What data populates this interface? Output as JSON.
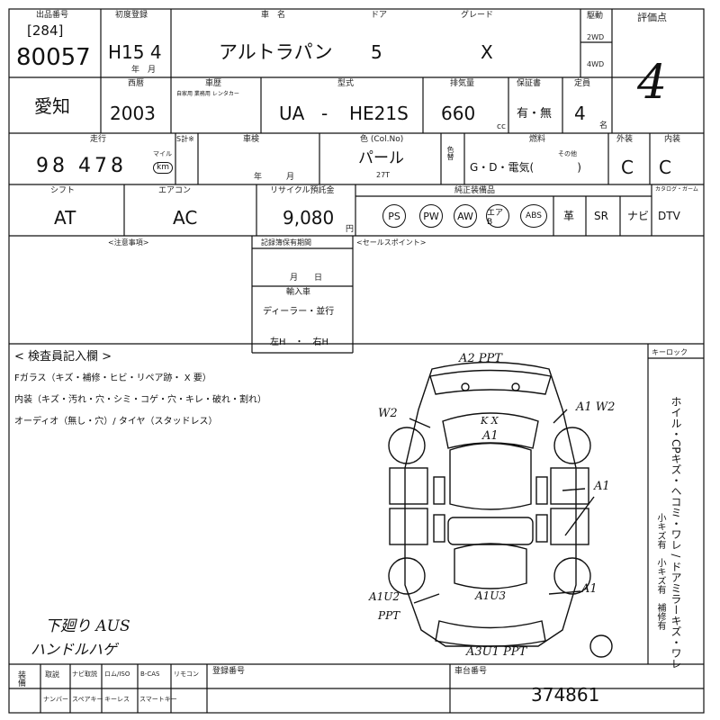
{
  "header": {
    "lot_label": "出品番号",
    "lot_bracket": "[284]",
    "lot_number": "80057",
    "first_reg_label": "初度登録",
    "first_reg": "H15 4",
    "month_mark": "年　月",
    "car_name_label": "車　名",
    "car_name": "アルトラパン",
    "doors_label": "ドア",
    "doors": "5",
    "grade_label": "グレード",
    "grade": "X",
    "drive_label": "駆動",
    "drive_2wd": "2WD",
    "drive_4wd": "4WD",
    "score_label": "評価点",
    "score": "4"
  },
  "row2": {
    "region": "愛知",
    "year_label": "西暦",
    "year": "2003",
    "history_label": "車歴",
    "history_sub": "自家用 業務用 レンタカー",
    "model_label": "型式",
    "model_prefix": "UA",
    "model_dash": "-",
    "model_code": "HE21S",
    "displacement_label": "排気量",
    "displacement": "660",
    "cc": "cc",
    "warranty_label": "保証書",
    "warranty": "有・無",
    "capacity_label": "定員",
    "capacity": "4",
    "person": "名"
  },
  "row3": {
    "mileage_label": "走行",
    "mileage": "98 478",
    "unit_label": "マイル",
    "unit_km": "km",
    "odo_label": "S計※",
    "inspection_label": "車検",
    "inspection_ym": "年　　　月",
    "color_label": "色 (Col.No)",
    "color": "パール",
    "color_no": "27T",
    "color_change": "色替",
    "fuel_label": "燃料",
    "fuel": "G・D・電気(　　　　)",
    "fuel_other": "その他",
    "exterior_label": "外装",
    "exterior": "C",
    "interior_label": "内装",
    "interior": "C"
  },
  "row4": {
    "shift_label": "シフト",
    "shift": "AT",
    "ac_label": "エアコン",
    "ac": "AC",
    "recycle_label": "リサイクル預託金",
    "recycle": "9,080",
    "yen": "円",
    "equipment_label": "純正装備品",
    "equipment": [
      "PS",
      "PW",
      "AW",
      "エアB",
      "ABS"
    ],
    "equipment_plain": [
      "革",
      "SR",
      "ナビ",
      "DTV"
    ],
    "catalog_label": "カタログ・ガーム"
  },
  "notes": {
    "caution_label": "<注意事項>",
    "warranty_expiry_label": "記録簿保有期間",
    "month_day": "月　　日",
    "import_label": "輸入車",
    "import_options": "ディーラー・並行",
    "handle": "左H　・　右H",
    "sales_label": "<セールスポイント>"
  },
  "inspector": {
    "title": "< 検査員記入欄 >",
    "line1": "Fガラス（キズ・補修・ヒビ・リペア跡・ X 要）",
    "line2": "内装（キズ・汚れ・穴・シミ・コゲ・穴・キレ・破れ・割れ）",
    "line3": "オーディオ（無し・穴）/ タイヤ（スタッドレス）",
    "handwritten_1": "下廻り AUS",
    "handwritten_2": "ハンドルハゲ",
    "keylock_label": "キーロック",
    "side_note": "ホイル・CPキズ・ヘコミ・ワレ / ドアミラーキズ・ワレ",
    "side_sub": "小キズ有　小キズ有　補修有",
    "diagram_marks": {
      "top": "A2 PPT",
      "w2": "W2",
      "a1w2": "A1 W2",
      "kx": "K X",
      "a1_center": "A1",
      "a1_right": "A1",
      "a1_lower_right": "A1",
      "a1u2": "A1U2",
      "ppt_left": "PPT",
      "a1u3": "A1U3",
      "bottom": "A3U1 PPT"
    }
  },
  "footer": {
    "equipment_label": "装備",
    "items_top": [
      "取説",
      "ナビ取説",
      "ロム/ISO",
      "B-CAS",
      "リモコン"
    ],
    "items_bottom": [
      "ナンバー",
      "スペアキー",
      "キーレス",
      "スマートキー"
    ],
    "register_label": "登録番号",
    "chassis_label": "車台番号",
    "chassis": "374861"
  }
}
